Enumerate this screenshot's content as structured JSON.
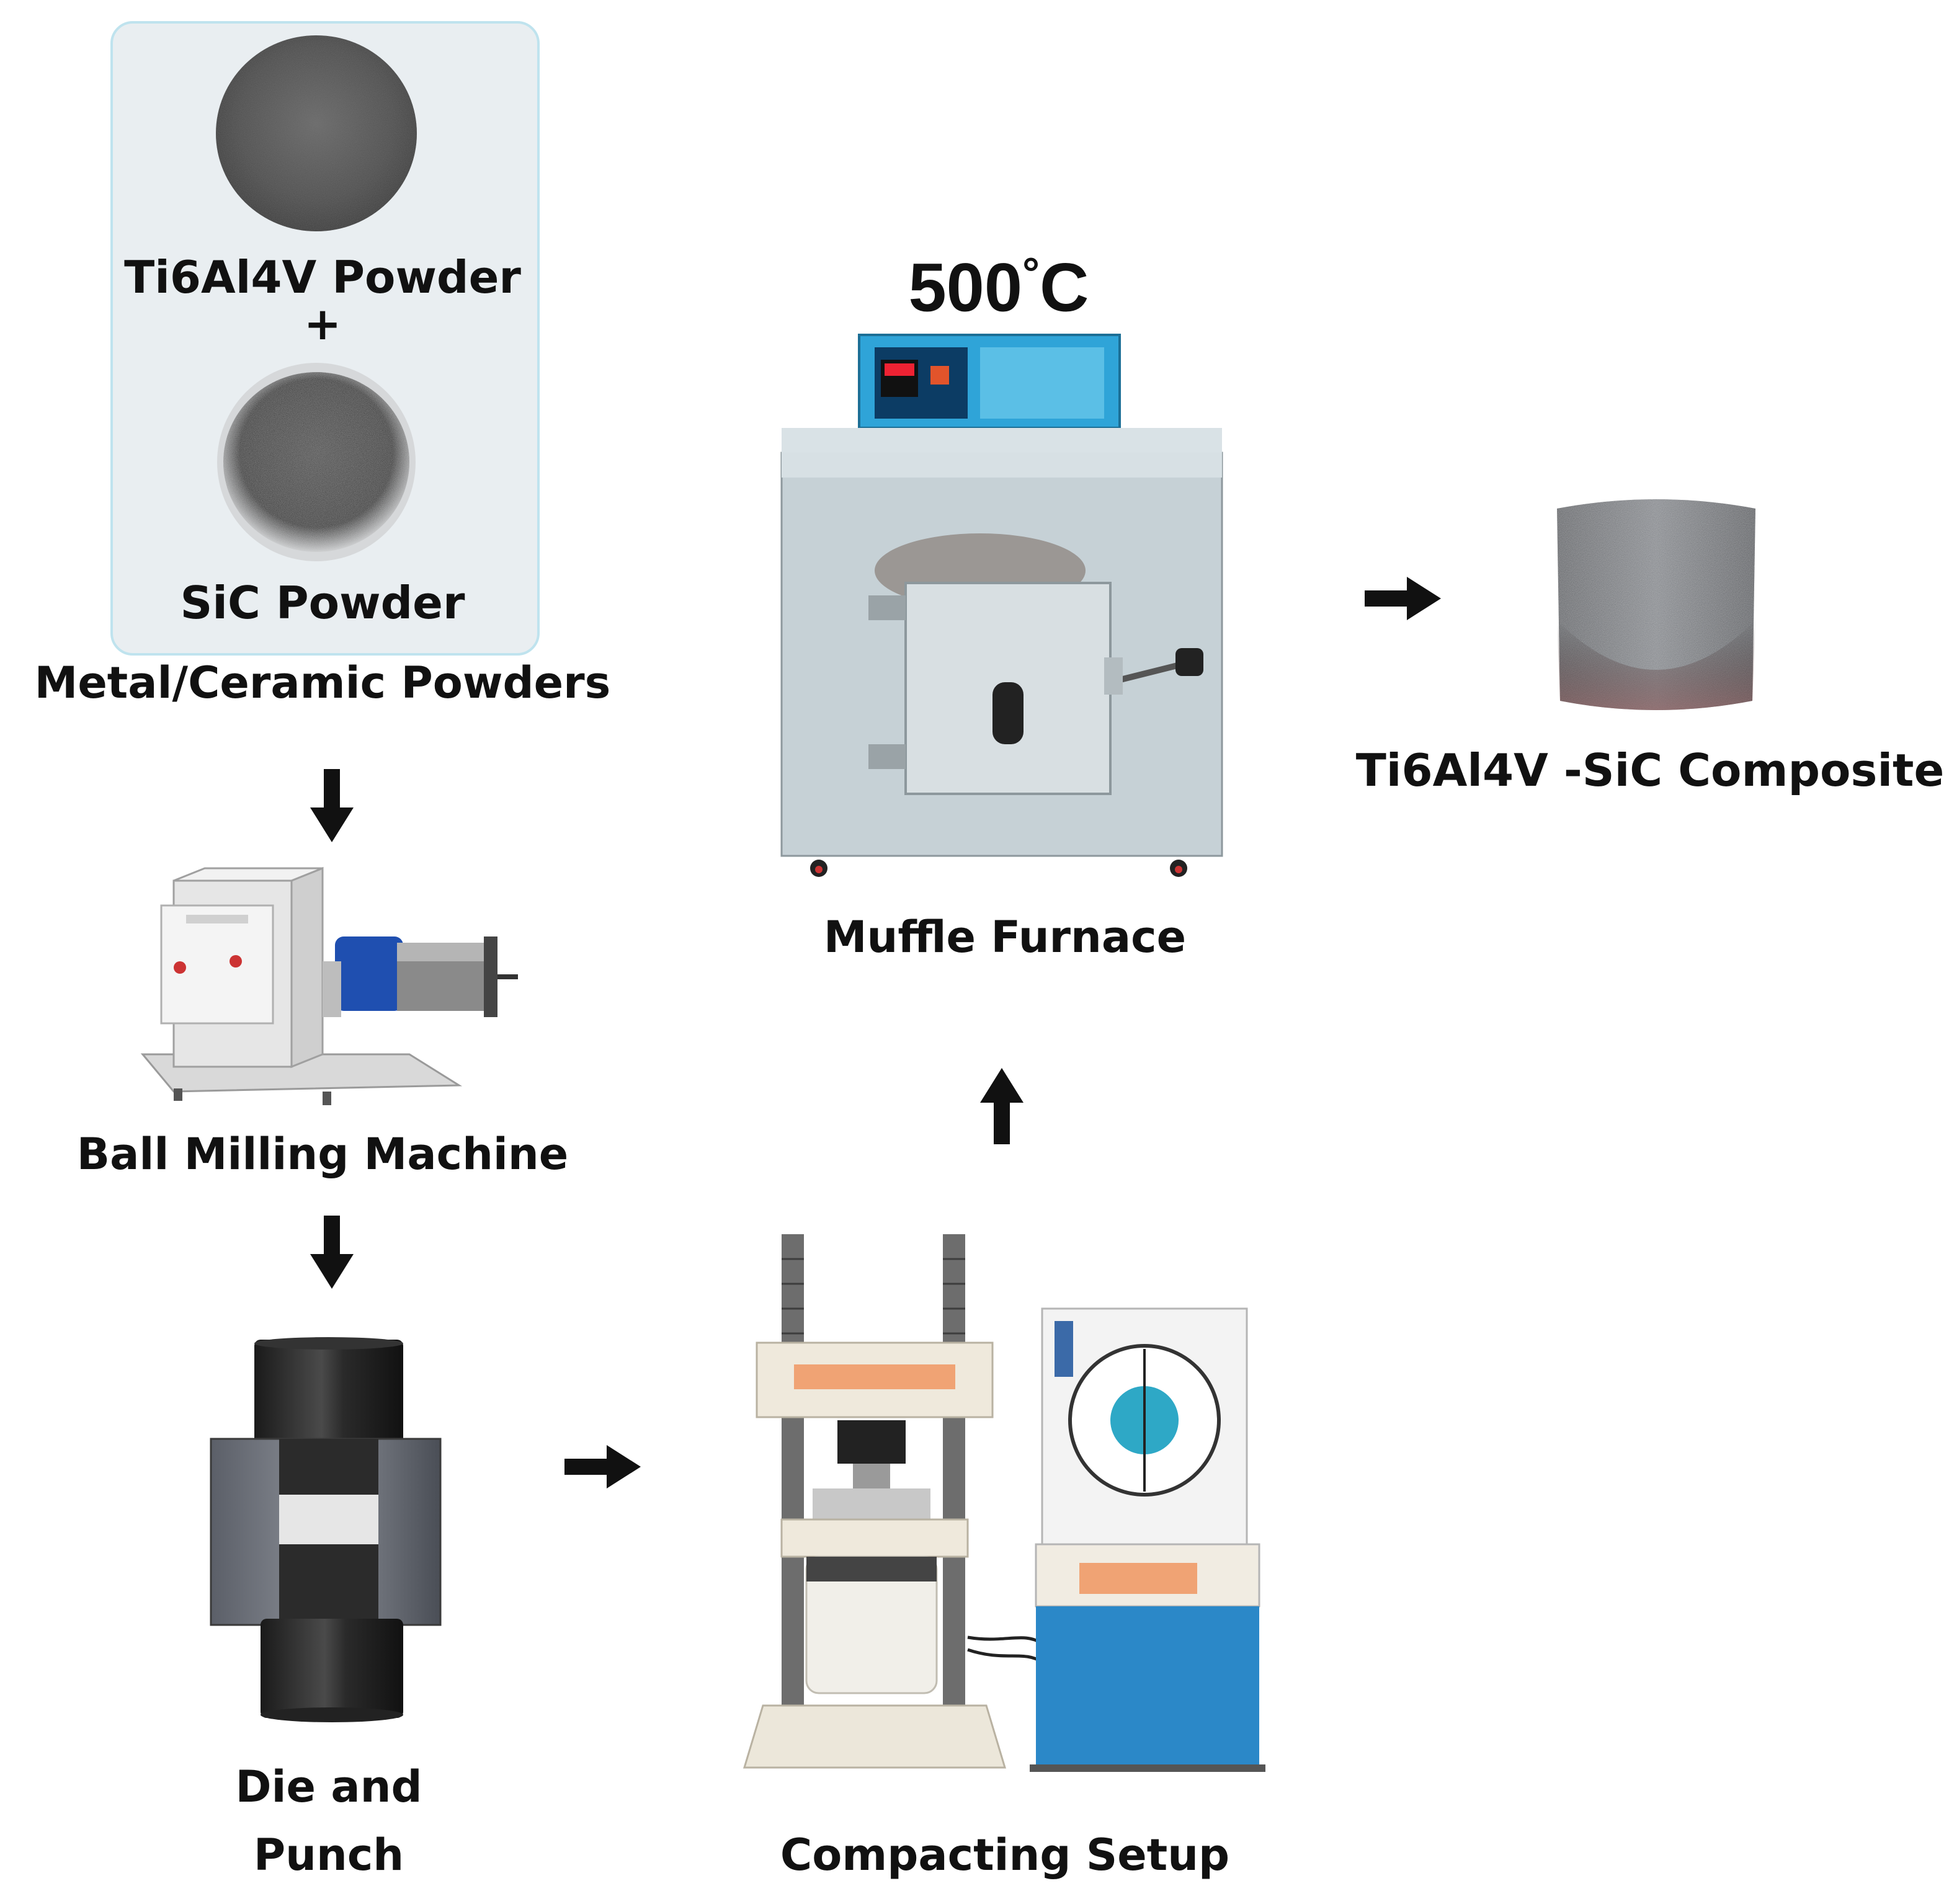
{
  "powders": {
    "ti_label": "Ti6Al4V Powder",
    "plus": "+",
    "sic_label": "SiC Powder",
    "group_label": "Metal/Ceramic Powders"
  },
  "ball_mill": {
    "label": "Ball Milling Machine"
  },
  "die": {
    "label_line1": "Die and",
    "label_line2": "Punch"
  },
  "compacting": {
    "label": "Compacting Setup"
  },
  "furnace": {
    "temperature": "500",
    "degree": "°",
    "unit": "C",
    "label": "Muffle Furnace"
  },
  "composite": {
    "label": "Ti6Al4V -SiC Composite"
  },
  "colors": {
    "text": "#111111",
    "arrow": "#111111",
    "box_fill": "#e9eef1",
    "box_border": "#bfe3ee"
  }
}
